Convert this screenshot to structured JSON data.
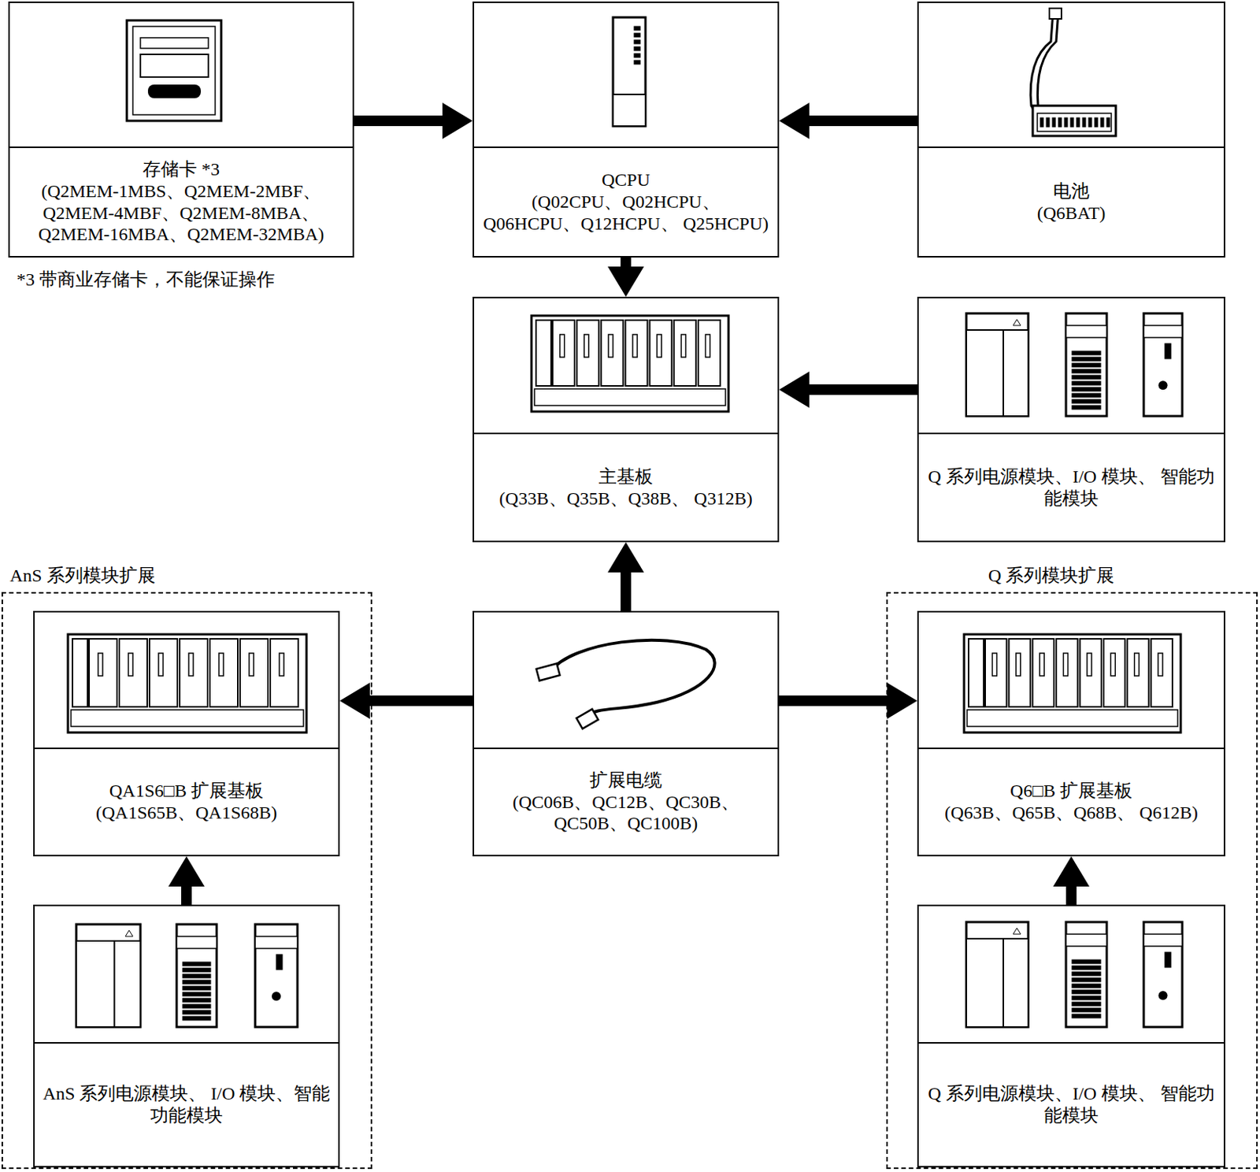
{
  "diagram": {
    "nodes": [
      {
        "text": [
          "存储卡 *3",
          "(Q2MEM-1MBS、Q2MEM-2MBF、 Q2MEM-4MBF、Q2MEM-8MBA、 Q2MEM-16MBA、Q2MEM-32MBA)"
        ]
      },
      {
        "text": [
          "QCPU",
          "(Q02CPU、Q02HCPU、 Q06HCPU、Q12HCPU、 Q25HCPU)"
        ]
      },
      {
        "text": [
          "电池",
          "(Q6BAT)"
        ]
      },
      {
        "text": [
          "主基板",
          "(Q33B、Q35B、Q38B、 Q312B)"
        ]
      },
      {
        "text": [
          "Q 系列电源模块、I/O 模块、 智能功能模块"
        ]
      },
      {
        "text": [
          "AnS 系列模块扩展"
        ]
      },
      {
        "text": [
          "QA1S6□B 扩展基板",
          "(QA1S65B、QA1S68B)"
        ],
        "in": 5
      },
      {
        "text": [
          "AnS 系列电源模块、 I/O 模块、智能功能模块"
        ],
        "in": 5
      },
      {
        "text": [
          "扩展电缆",
          "(QC06B、QC12B、QC30B、 QC50B、QC100B)"
        ]
      },
      {
        "text": [
          "Q 系列模块扩展"
        ]
      },
      {
        "text": [
          "Q6□B 扩展基板",
          "(Q63B、Q65B、Q68B、 Q612B)"
        ],
        "in": 9
      },
      {
        "text": [
          "Q 系列电源模块、I/O 模块、 智能功能模块"
        ],
        "in": 9
      }
    ],
    "edges": [
      {
        "from": 0,
        "to": 1,
        "arrow": "to"
      },
      {
        "from": 2,
        "to": 1,
        "arrow": "to"
      },
      {
        "from": 1,
        "to": 3,
        "arrow": "to"
      },
      {
        "from": 4,
        "to": 3,
        "arrow": "to"
      },
      {
        "from": 8,
        "to": 3,
        "arrow": "to"
      },
      {
        "from": 8,
        "to": 6,
        "arrow": "to"
      },
      {
        "from": 8,
        "to": 10,
        "arrow": "to"
      },
      {
        "from": 7,
        "to": 6,
        "arrow": "to"
      },
      {
        "from": 11,
        "to": 10,
        "arrow": "to"
      }
    ],
    "labels": [
      "*3 带商业存储卡，不能保证操作"
    ]
  }
}
